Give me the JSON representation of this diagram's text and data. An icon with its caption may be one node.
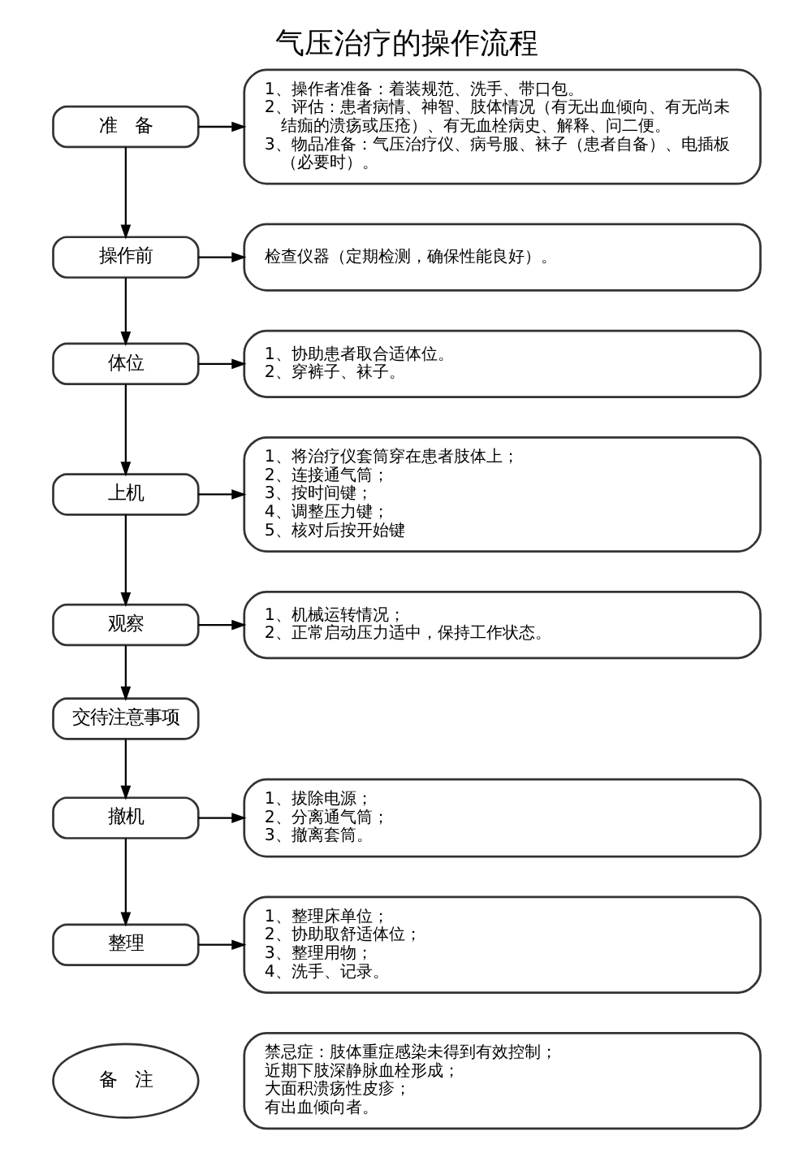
{
  "diagram": {
    "title": "气压治疗的操作流程",
    "nodes": [
      {
        "text": [
          "准　备"
        ]
      },
      {
        "text": [
          "1、操作者准备：着装规范、洗手、带口包。",
          "2、评估：患者病情、神智、肢体情况（有无出血倾向、有无尚未结痂的溃疡或压疮）、有无血栓病史、解释、问二便。",
          "3、物品准备：气压治疗仪、病号服、袜子（患者自备）、电插板（必要时）。"
        ]
      },
      {
        "text": [
          "操作前"
        ]
      },
      {
        "text": [
          "检查仪器（定期检测，确保性能良好）。"
        ]
      },
      {
        "text": [
          "体位"
        ]
      },
      {
        "text": [
          "1、协助患者取合适体位。",
          "2、穿裤子、袜子。"
        ]
      },
      {
        "text": [
          "上机"
        ]
      },
      {
        "text": [
          "1、将治疗仪套筒穿在患者肢体上；",
          "2、连接通气筒；",
          "3、按时间键；",
          "4、调整压力键；",
          "5、核对后按开始键"
        ]
      },
      {
        "text": [
          "观察"
        ]
      },
      {
        "text": [
          "1、机械运转情况；",
          "2、正常启动压力适中，保持工作状态。"
        ]
      },
      {
        "text": [
          "交待注意事项"
        ]
      },
      {
        "text": [
          "撤机"
        ]
      },
      {
        "text": [
          "1、拔除电源；",
          "2、分离通气筒；",
          "3、撤离套筒。"
        ]
      },
      {
        "text": [
          "整理"
        ]
      },
      {
        "text": [
          "1、整理床单位；",
          "2、协助取舒适体位；",
          "3、整理用物；",
          "4、洗手、记录。"
        ]
      },
      {
        "text": [
          "备　注"
        ]
      },
      {
        "text": [
          "禁忌症：肢体重症感染未得到有效控制；",
          "近期下肢深静脉血栓形成；",
          "大面积溃疡性皮疹；",
          "有出血倾向者。"
        ]
      }
    ],
    "edges": [
      {
        "from": 0,
        "to": 1,
        "arrow": "to"
      },
      {
        "from": 0,
        "to": 2,
        "arrow": "to"
      },
      {
        "from": 2,
        "to": 3,
        "arrow": "to"
      },
      {
        "from": 2,
        "to": 4,
        "arrow": "to"
      },
      {
        "from": 4,
        "to": 5,
        "arrow": "to"
      },
      {
        "from": 4,
        "to": 6,
        "arrow": "to"
      },
      {
        "from": 6,
        "to": 7,
        "arrow": "to"
      },
      {
        "from": 6,
        "to": 8,
        "arrow": "to"
      },
      {
        "from": 8,
        "to": 9,
        "arrow": "to"
      },
      {
        "from": 8,
        "to": 10,
        "arrow": "to"
      },
      {
        "from": 10,
        "to": 11,
        "arrow": "to"
      },
      {
        "from": 11,
        "to": 12,
        "arrow": "to"
      },
      {
        "from": 11,
        "to": 13,
        "arrow": "to"
      },
      {
        "from": 13,
        "to": 14,
        "arrow": "to"
      }
    ]
  }
}
